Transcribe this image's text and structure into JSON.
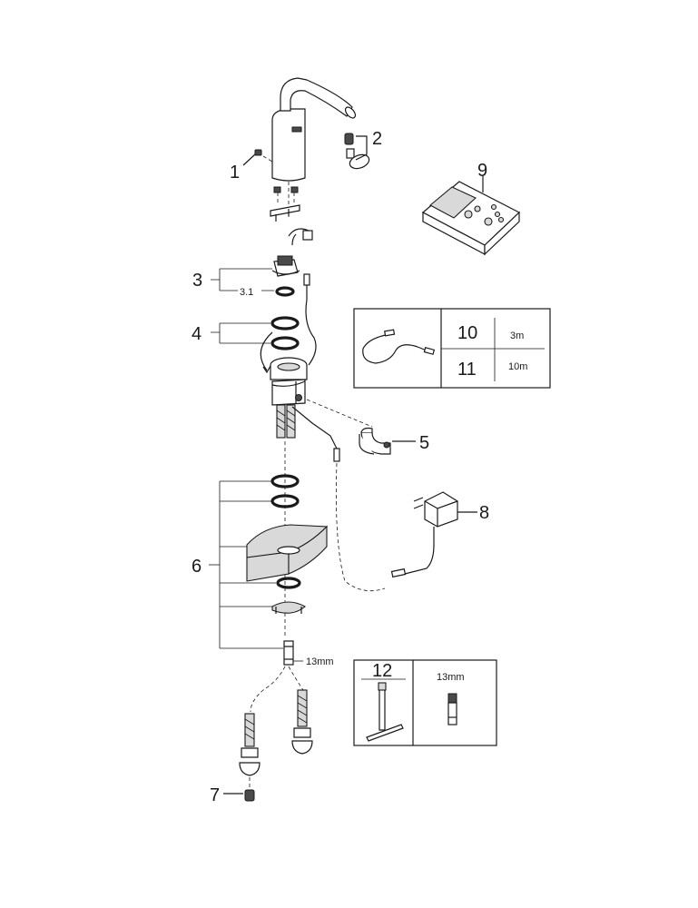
{
  "labels": {
    "p1": "1",
    "p2": "2",
    "p3": "3",
    "p3_1": "3.1",
    "p4": "4",
    "p5": "5",
    "p6": "6",
    "p7": "7",
    "p8": "8",
    "p9": "9",
    "hex_size": "13mm"
  },
  "cable_table": {
    "rows": [
      {
        "number": "10",
        "length": "3m"
      },
      {
        "number": "11",
        "length": "10m"
      }
    ]
  },
  "tool_table": {
    "number": "12",
    "size": "13mm"
  }
}
